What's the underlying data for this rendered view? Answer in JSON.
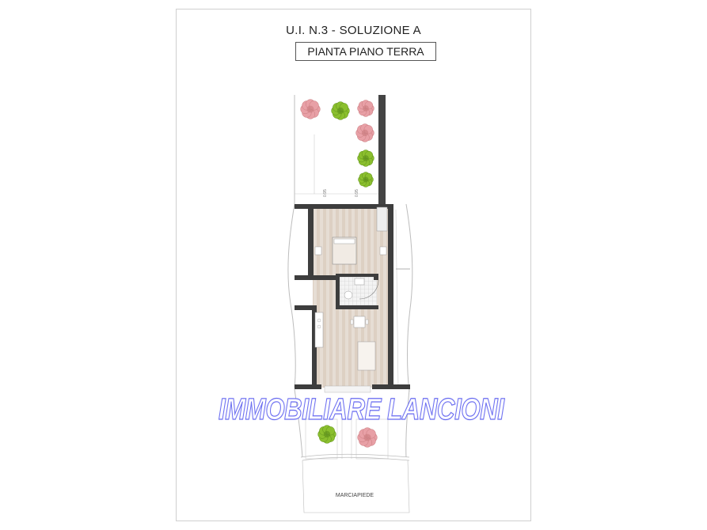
{
  "plan": {
    "title": "U.I. N.3 - SOLUZIONE A",
    "subtitle": "PIANTA PIANO TERRA",
    "sidewalk_label": "MARCIAPIEDE",
    "watermark": "IMMOBILIARE LANCIONI"
  },
  "colors": {
    "wall": "#3d3d3d",
    "floor": "#e6ddd4",
    "floor_stripe": "#d8cbbd",
    "bathroom_tile": "#ececec",
    "garden_line": "#bdbdbd",
    "watermark_outline": "#6b6ef0",
    "tree_green": "#8bbf2e",
    "tree_pink": "#e8a0a6"
  },
  "plants": [
    {
      "name": "tree-pink",
      "color": "pink"
    },
    {
      "name": "tree-green",
      "color": "green"
    },
    {
      "name": "tree-pink",
      "color": "pink"
    },
    {
      "name": "tree-pink",
      "color": "pink"
    },
    {
      "name": "tree-green",
      "color": "green"
    },
    {
      "name": "tree-green",
      "color": "green"
    },
    {
      "name": "tree-green",
      "color": "green"
    },
    {
      "name": "tree-pink",
      "color": "pink"
    }
  ]
}
